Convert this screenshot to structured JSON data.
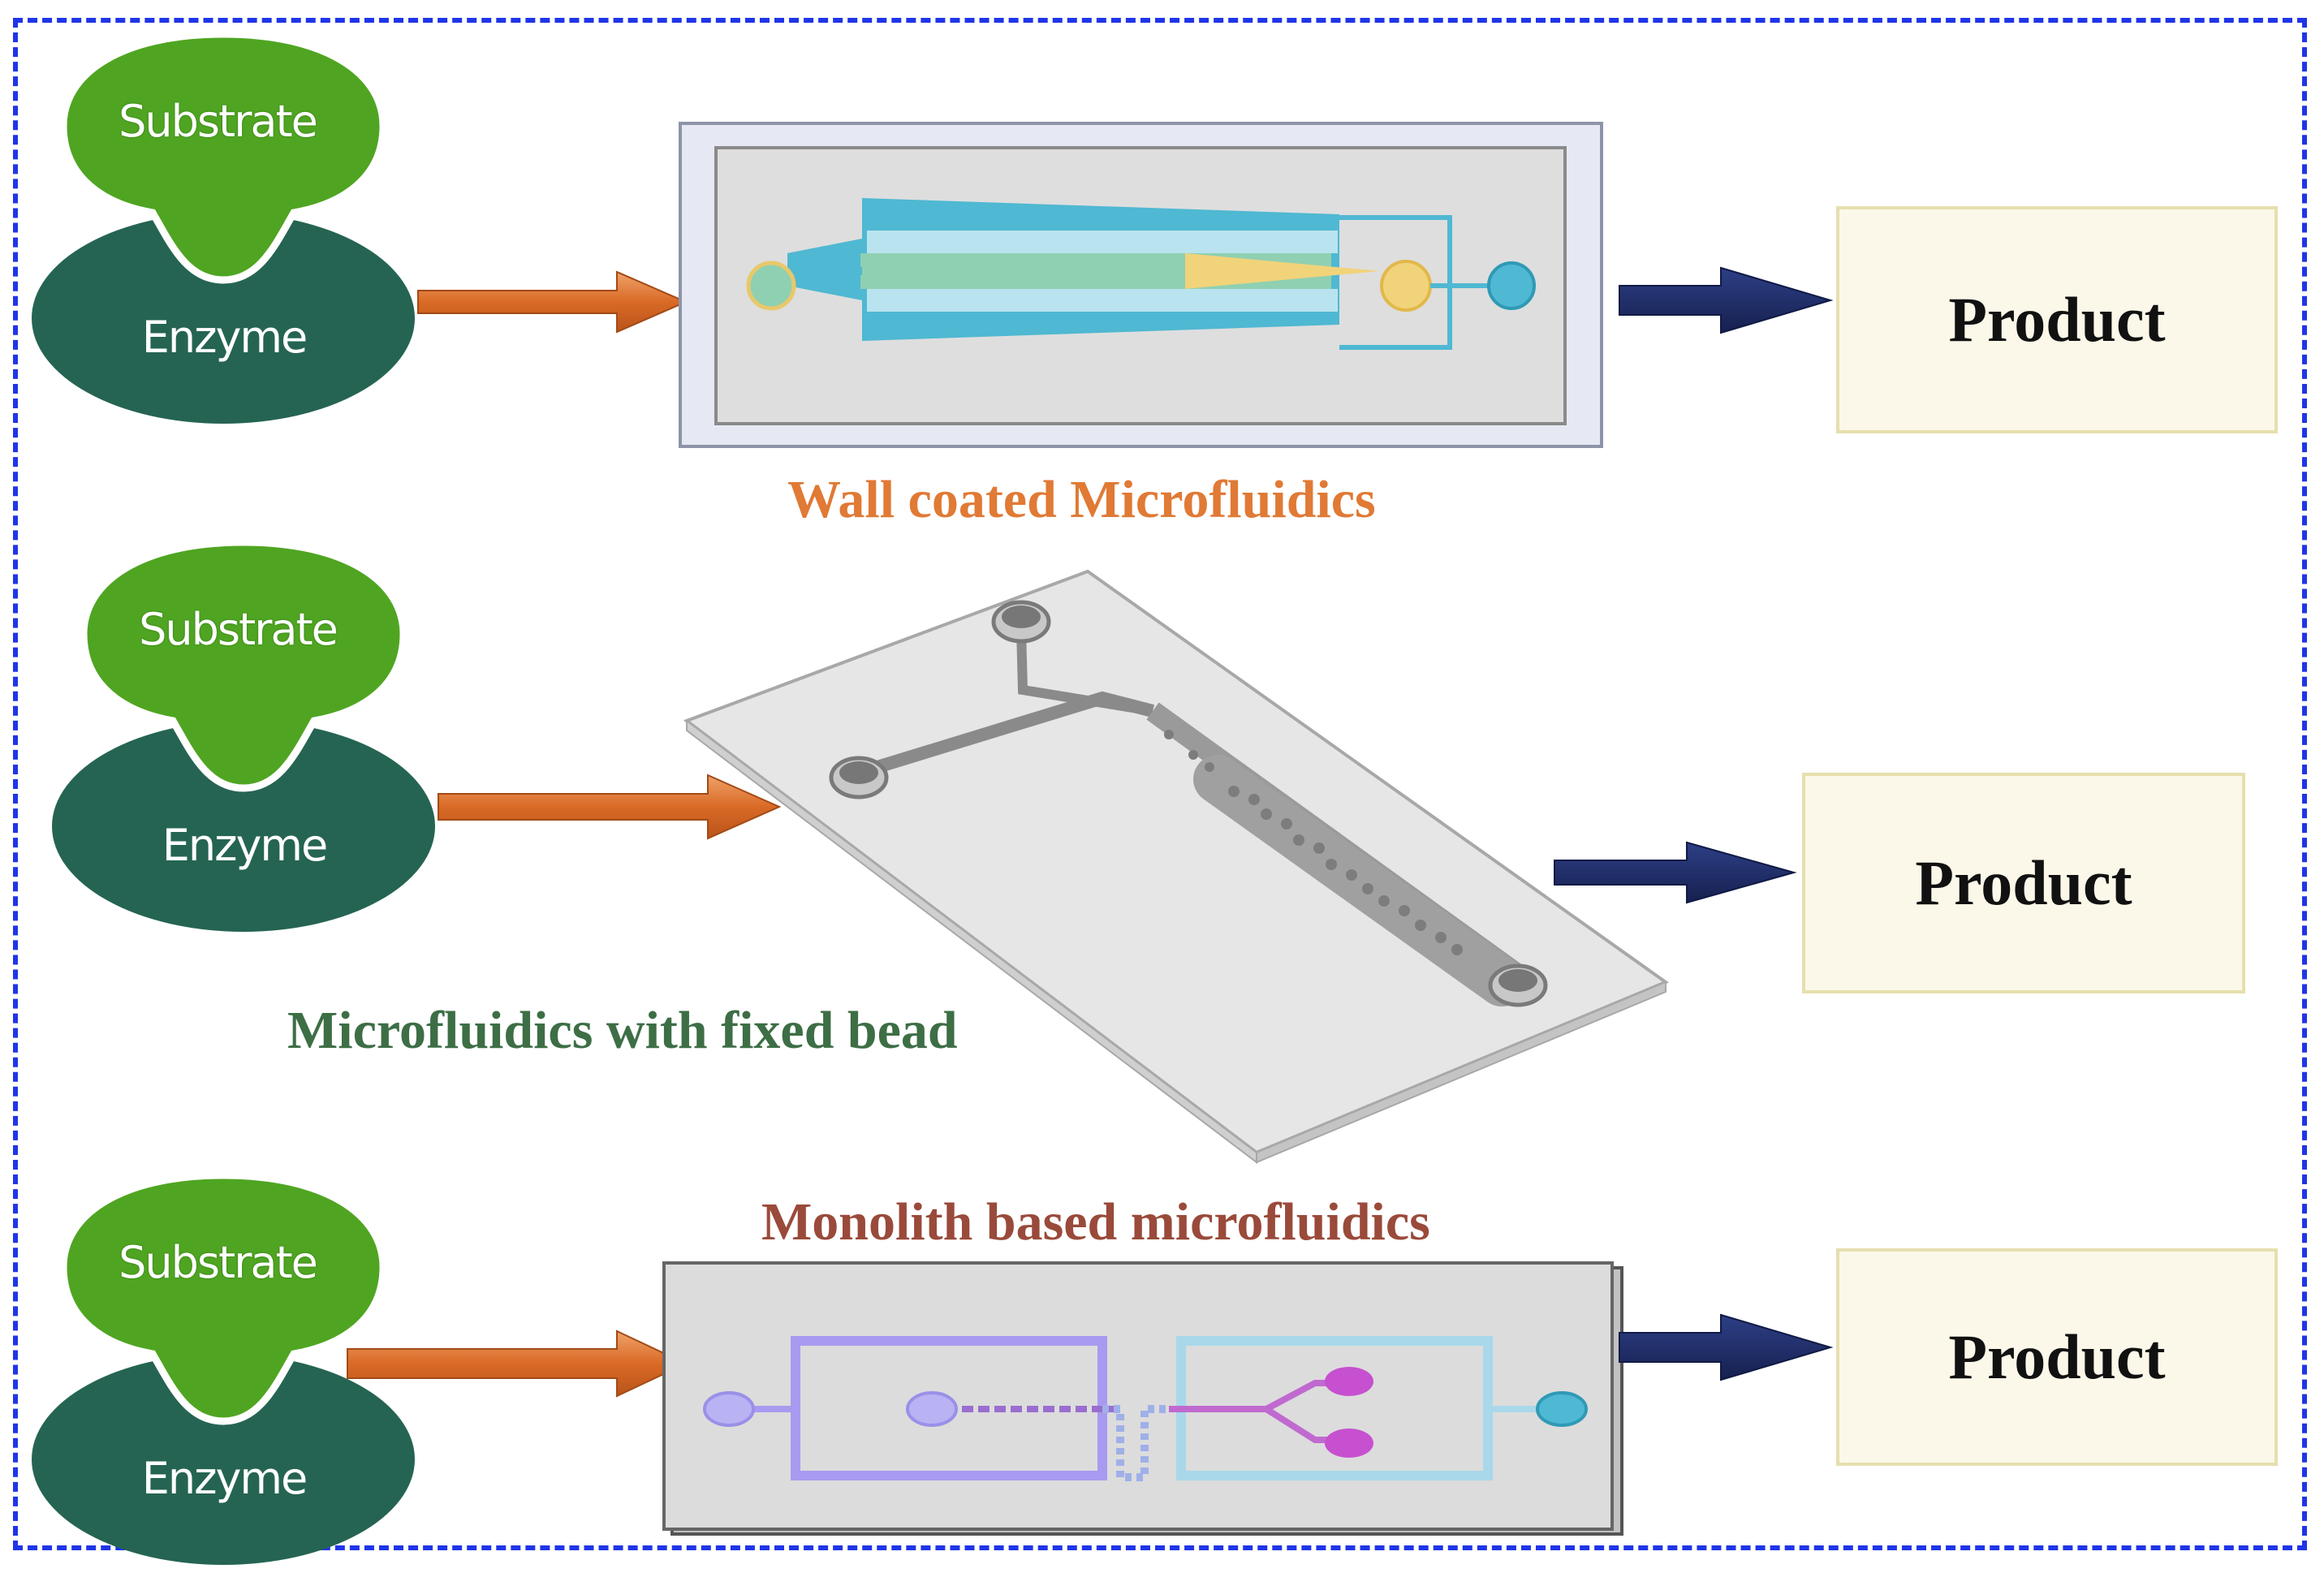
{
  "rows": [
    {
      "substrate": "Substrate",
      "enzyme": "Enzyme",
      "product": "Product",
      "caption": "Wall coated Microfluidics"
    },
    {
      "substrate": "Substrate",
      "enzyme": "Enzyme",
      "product": "Product",
      "caption": "Microfluidics with fixed bead"
    },
    {
      "substrate": "Substrate",
      "enzyme": "Enzyme",
      "product": "Product",
      "caption": "Monolith based microfluidics"
    }
  ],
  "colors": {
    "frame_border": "#1f35e8",
    "substrate_green": "#4fa521",
    "enzyme_green": "#256452",
    "input_arrow": "#e07a35",
    "output_arrow": "#1f2f6e",
    "caption_wall": "#e07a35",
    "caption_bead": "#3d6e45",
    "caption_monolith": "#9a4a3a",
    "product_fill": "#fbf8e9"
  }
}
